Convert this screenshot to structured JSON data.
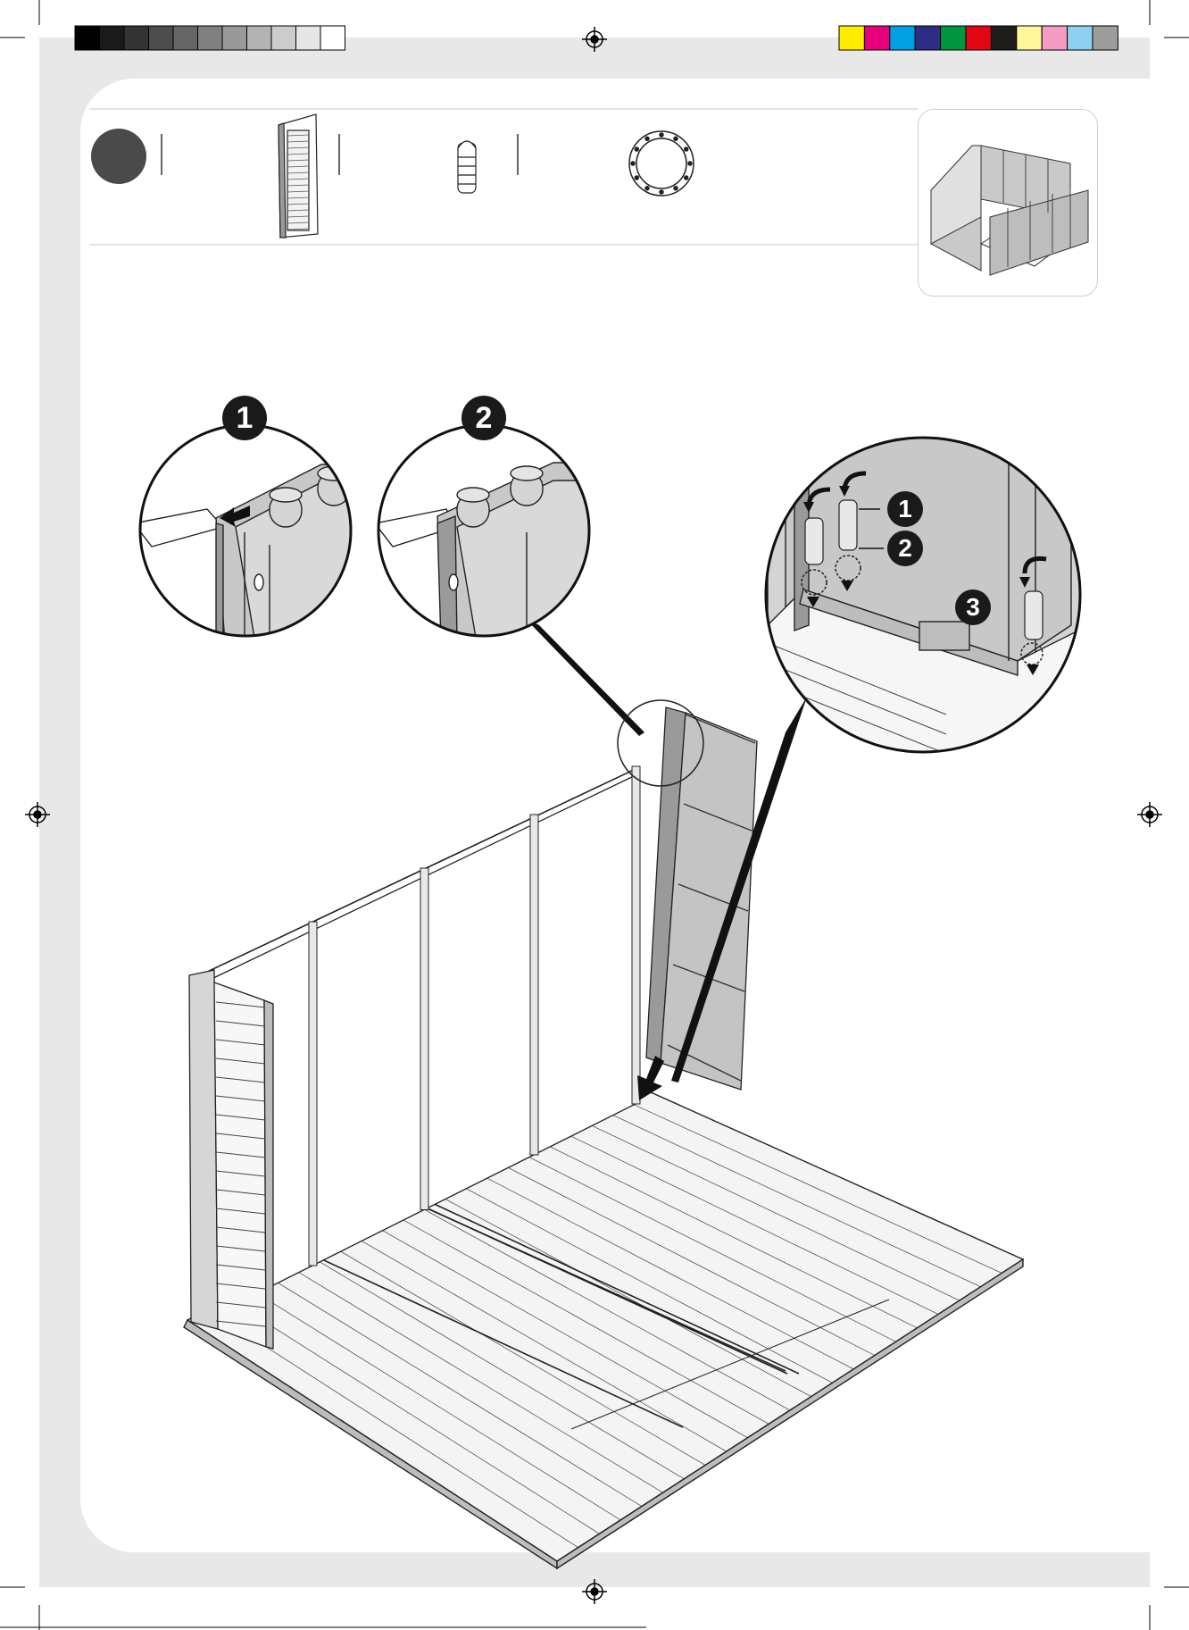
{
  "step": {
    "number": "",
    "callout_left_1": "1",
    "callout_left_2": "2",
    "callout_right_1": "1",
    "callout_right_2": "2",
    "callout_right_3": "3"
  },
  "parts": [
    {
      "name": "wall-panel",
      "quantity": ""
    },
    {
      "name": "connector-pin",
      "quantity": ""
    },
    {
      "name": "ring-washer",
      "quantity": ""
    }
  ],
  "color_bar": {
    "grayscale": [
      "#000000",
      "#1a1a1a",
      "#333333",
      "#4d4d4d",
      "#666666",
      "#808080",
      "#999999",
      "#b3b3b3",
      "#cccccc",
      "#e6e6e6",
      "#ffffff"
    ],
    "process": [
      "#ffed00",
      "#e6007e",
      "#00a0e3",
      "#2d2e83",
      "#009640",
      "#e30613",
      "#1d1d1b",
      "#fff799",
      "#f59cc5",
      "#8ed0f2",
      "#9d9d9c"
    ]
  },
  "footer": {
    "left": "",
    "right": ""
  },
  "icons": [
    "registration-mark-icon",
    "arrow-icon",
    "curved-arrow-icon"
  ]
}
